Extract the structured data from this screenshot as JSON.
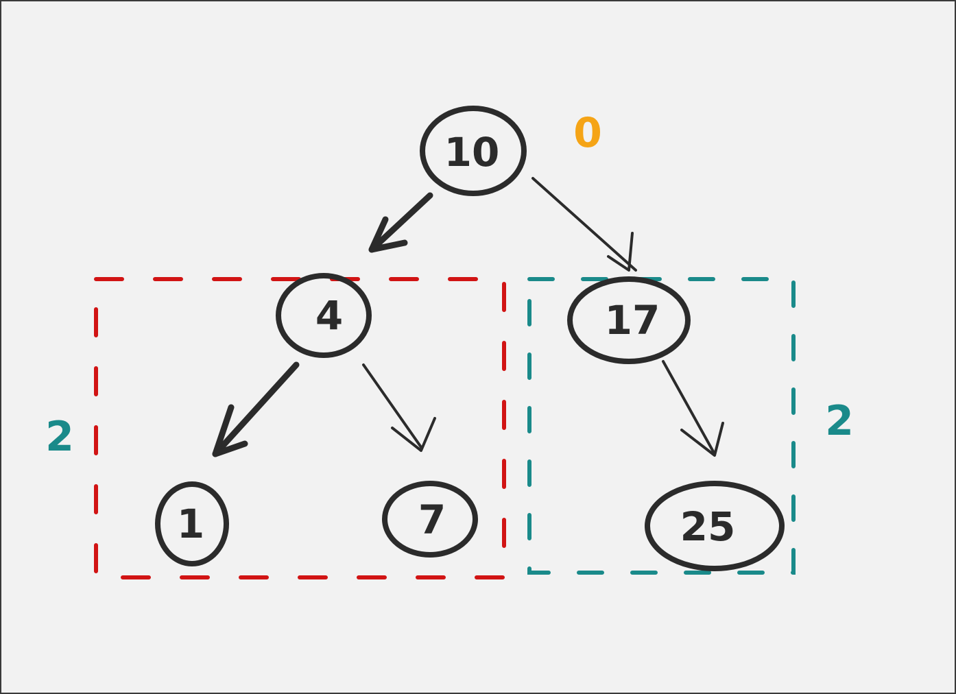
{
  "tree": {
    "nodes": [
      {
        "id": "root",
        "label": "10"
      },
      {
        "id": "left",
        "label": "4"
      },
      {
        "id": "right",
        "label": "17"
      },
      {
        "id": "left-left",
        "label": "1"
      },
      {
        "id": "left-right",
        "label": "7"
      },
      {
        "id": "right-right",
        "label": "25"
      }
    ],
    "edges": [
      {
        "from": "root",
        "to": "left"
      },
      {
        "from": "root",
        "to": "right"
      },
      {
        "from": "left",
        "to": "left-left"
      },
      {
        "from": "left",
        "to": "left-right"
      },
      {
        "from": "right",
        "to": "right-right"
      }
    ]
  },
  "annotations": {
    "root_value": "0",
    "left_subtree_value": "2",
    "right_subtree_value": "2"
  },
  "colors": {
    "ink": "#2b2b2b",
    "left_subtree_box": "#d11414",
    "right_subtree_box": "#1a8a8a",
    "root_annotation": "#f5a416",
    "background": "#f2f2f2"
  }
}
